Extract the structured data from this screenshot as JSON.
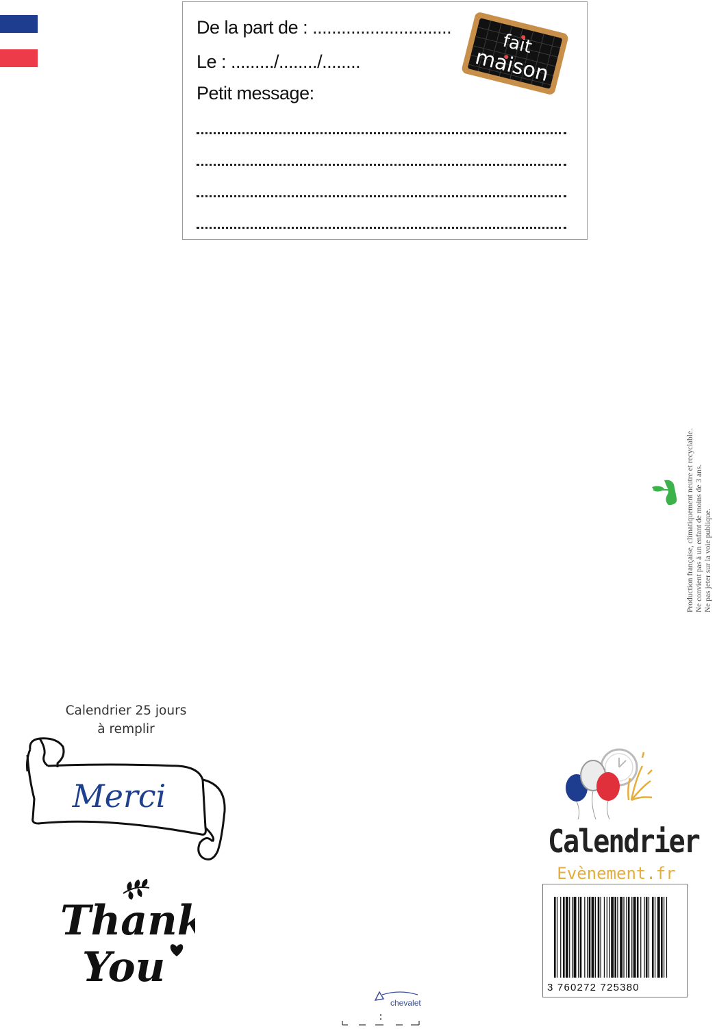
{
  "colors": {
    "flag_blue": "#1f3d8f",
    "flag_red": "#ee3b4a",
    "brand_gold": "#e4ad3c",
    "merci_blue": "#1f3f8f",
    "leaf_green": "#3bb24a"
  },
  "card": {
    "from_label": "De la part de : .............................",
    "date_label": "Le : ........./......../........",
    "message_label": "Petit message:",
    "badge_line1": "fait",
    "badge_line2": "maison"
  },
  "legal": {
    "line1": "Production française, climatiquement neutre et recyclable.",
    "line2": "Ne convient pas à un enfant de moins de 3 ans.",
    "line3": "Ne pas jeter sur la voie publique."
  },
  "product": {
    "title_line1": "Calendrier 25 jours",
    "title_line2": "à remplir",
    "banner_text": "Merci",
    "thanks_line1": "Thank",
    "thanks_line2": "You"
  },
  "stand": {
    "label": "chevalet"
  },
  "brand": {
    "name": "Calendrier",
    "domain": "Evènement.fr",
    "barcode_number": "3 760272 725380"
  }
}
